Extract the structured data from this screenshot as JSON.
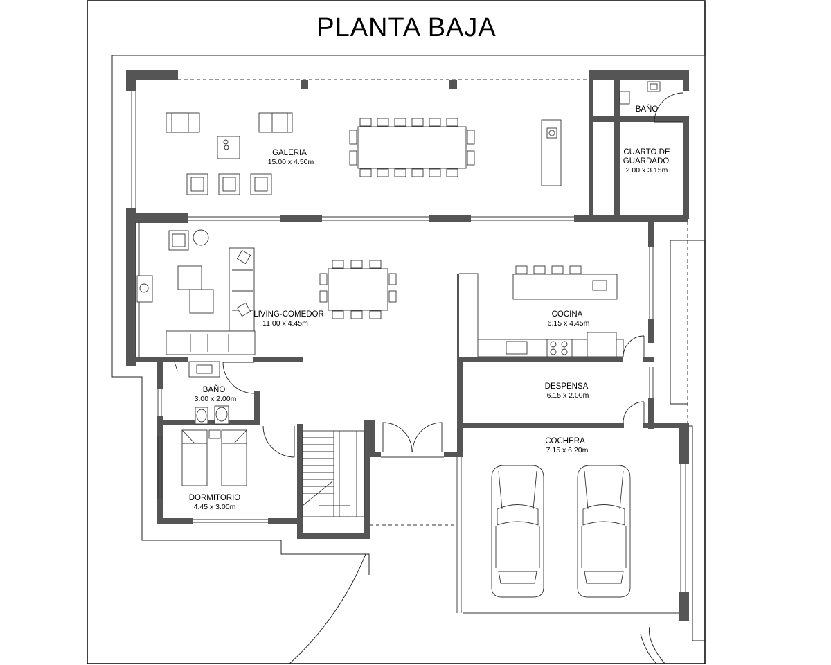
{
  "title": "PLANTA BAJA",
  "rooms": {
    "galeria": {
      "name": "GALERIA",
      "dim": "15.00 x 4.50m"
    },
    "bano_top": {
      "name": "BAÑO"
    },
    "cuarto": {
      "name_line1": "CUARTO DE",
      "name_line2": "GUARDADO",
      "dim": "2.00 x 3.15m"
    },
    "living": {
      "name": "LIVING-COMEDOR",
      "dim": "11.00 x 4.45m"
    },
    "cocina": {
      "name": "COCINA",
      "dim": "6.15 x 4.45m"
    },
    "bano": {
      "name": "BAÑO",
      "dim": "3.00 x 2.00m"
    },
    "despensa": {
      "name": "DESPENSA",
      "dim": "6.15 x 2.00m"
    },
    "dormitorio": {
      "name": "DORMITORIO",
      "dim": "4.45 x 3.00m"
    },
    "cochera": {
      "name": "COCHERA",
      "dim": "7.15 x 6.20m"
    }
  },
  "colors": {
    "wall": "#555555",
    "line": "#222222"
  }
}
